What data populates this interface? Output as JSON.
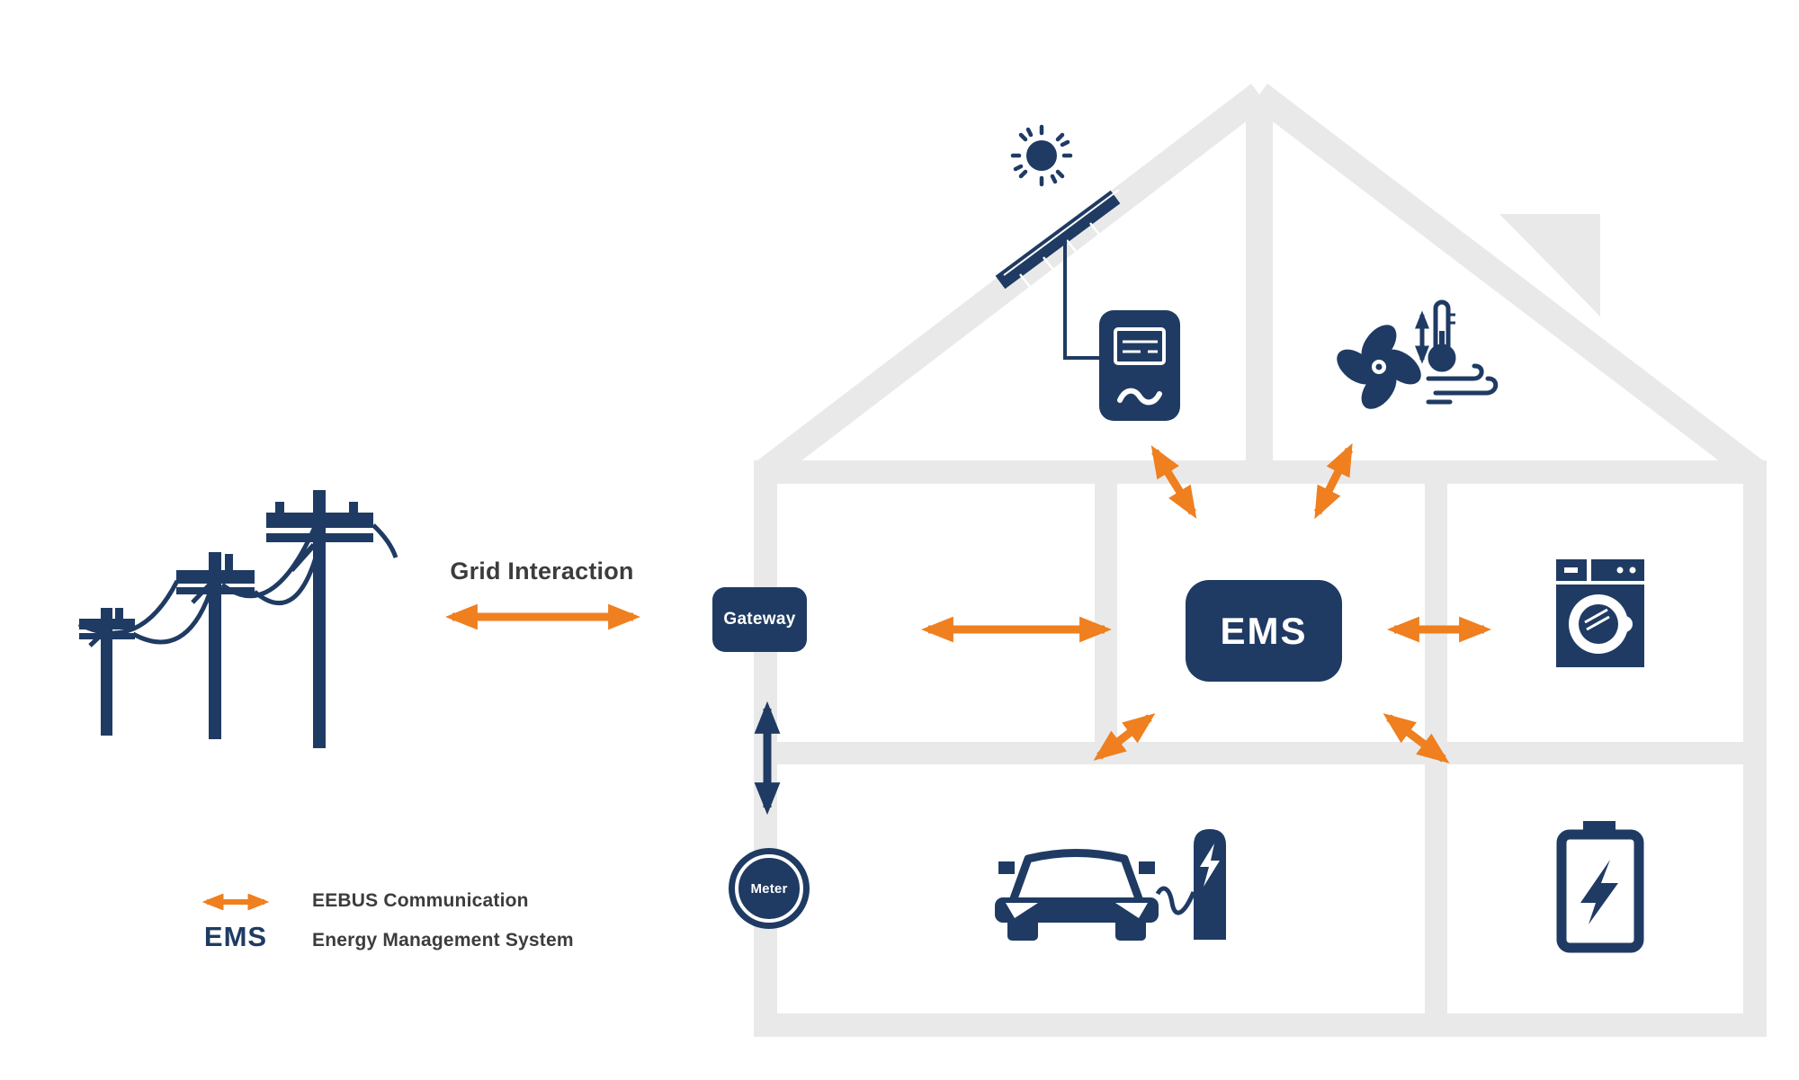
{
  "labels": {
    "grid_interaction": "Grid Interaction",
    "gateway": "Gateway",
    "ems": "EMS",
    "meter": "Meter"
  },
  "legend": {
    "eebus_symbol": "orange-double-arrow",
    "eebus_label": "EEBUS Communication",
    "ems_symbol": "EMS",
    "ems_label": "Energy Management System"
  },
  "nodes": [
    "power-grid",
    "gateway",
    "meter",
    "ems",
    "solar-pv-inverter",
    "heat-pump",
    "washing-machine",
    "ev-charging",
    "home-battery"
  ],
  "connections": [
    {
      "from": "power-grid",
      "to": "gateway",
      "type": "eebus",
      "label": "Grid Interaction"
    },
    {
      "from": "gateway",
      "to": "ems",
      "type": "eebus"
    },
    {
      "from": "gateway",
      "to": "meter",
      "type": "wired"
    },
    {
      "from": "ems",
      "to": "solar-pv-inverter",
      "type": "eebus"
    },
    {
      "from": "ems",
      "to": "heat-pump",
      "type": "eebus"
    },
    {
      "from": "ems",
      "to": "washing-machine",
      "type": "eebus"
    },
    {
      "from": "ems",
      "to": "ev-charging",
      "type": "eebus"
    },
    {
      "from": "ems",
      "to": "home-battery",
      "type": "eebus"
    }
  ],
  "colors": {
    "navy": "#1f3b63",
    "orange": "#ef7f1f",
    "house_gray": "#e9e9e9",
    "text": "#3c3c3c",
    "background": "#ffffff"
  }
}
